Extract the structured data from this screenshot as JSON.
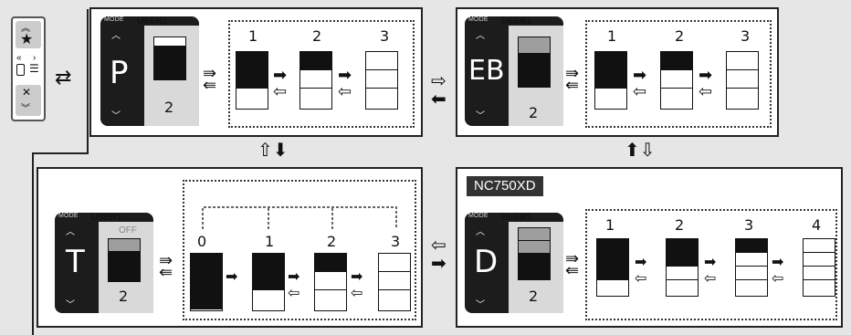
{
  "model_tag": "NC750XD",
  "header": {
    "mode": "MODE",
    "user": "USER1"
  },
  "panels": {
    "p": {
      "letter": "P",
      "level": "2",
      "steps": [
        "1",
        "2",
        "3"
      ]
    },
    "eb": {
      "letter": "EB",
      "level": "2",
      "steps": [
        "1",
        "2",
        "3"
      ]
    },
    "t": {
      "letter": "T",
      "level": "2",
      "off": "OFF",
      "steps": [
        "0",
        "1",
        "2",
        "3"
      ]
    },
    "d": {
      "letter": "D",
      "level": "2",
      "steps": [
        "1",
        "2",
        "3",
        "4"
      ]
    }
  },
  "colors": {
    "dark": "#1c1c1c",
    "filled": "#111111",
    "grey": "#9e9e9e"
  }
}
